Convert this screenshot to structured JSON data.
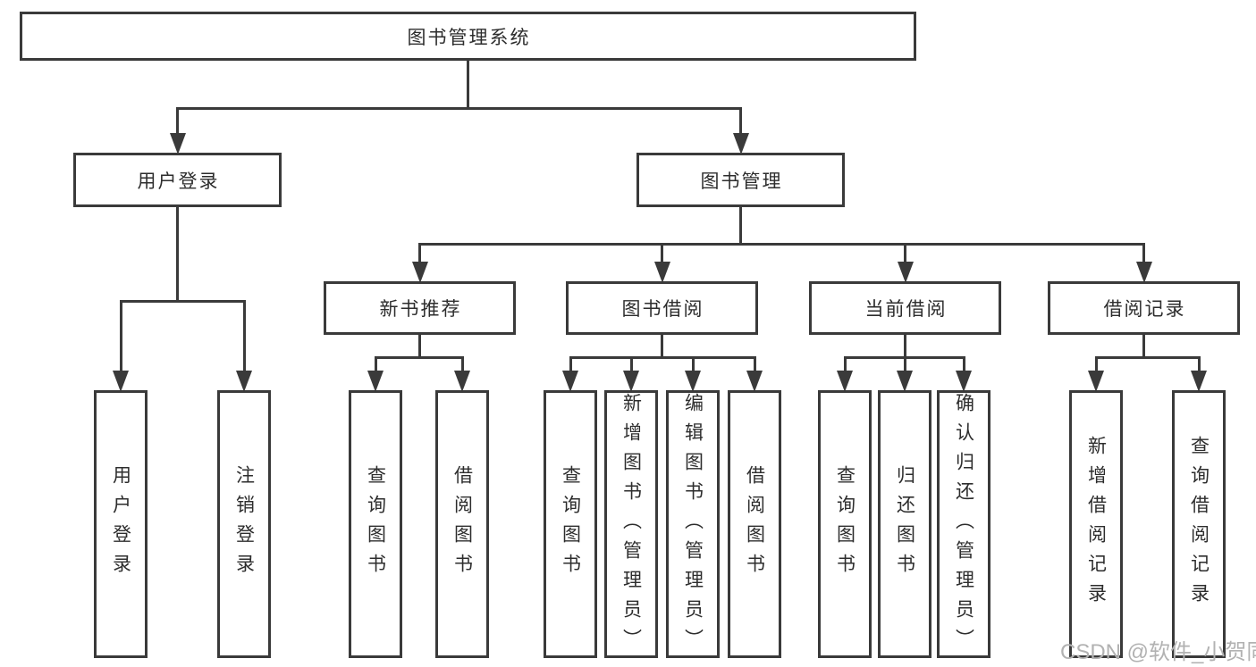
{
  "tree": {
    "id": "system",
    "label": "图书管理系统",
    "children": [
      {
        "id": "user-login",
        "label": "用户登录",
        "children": [
          {
            "id": "user-login-leaf",
            "label": "用户登录"
          },
          {
            "id": "logout-leaf",
            "label": "注销登录"
          }
        ]
      },
      {
        "id": "book-mgmt",
        "label": "图书管理",
        "children": [
          {
            "id": "new-book-rec",
            "label": "新书推荐",
            "children": [
              {
                "id": "nbr-query-book",
                "label": "查询图书"
              },
              {
                "id": "nbr-borrow-book",
                "label": "借阅图书"
              }
            ]
          },
          {
            "id": "book-borrow",
            "label": "图书借阅",
            "children": [
              {
                "id": "bb-query-book",
                "label": "查询图书"
              },
              {
                "id": "bb-add-book",
                "label": "新增图书（管理员）"
              },
              {
                "id": "bb-edit-book",
                "label": "编辑图书（管理员）"
              },
              {
                "id": "bb-borrow-book",
                "label": "借阅图书"
              }
            ]
          },
          {
            "id": "current-borrow",
            "label": "当前借阅",
            "children": [
              {
                "id": "cb-query-book",
                "label": "查询图书"
              },
              {
                "id": "cb-return-book",
                "label": "归还图书"
              },
              {
                "id": "cb-confirm-return",
                "label": "确认归还（管理员）"
              }
            ]
          },
          {
            "id": "borrow-records",
            "label": "借阅记录",
            "children": [
              {
                "id": "br-add-record",
                "label": "新增借阅记录"
              },
              {
                "id": "br-query-record",
                "label": "查询借阅记录"
              }
            ]
          }
        ]
      }
    ]
  },
  "watermark": "CSDN @软件_小贺同学",
  "colors": {
    "line": "#3a3a3a",
    "text": "#2d2d2d",
    "background": "#ffffff",
    "watermark": "#b2b2b2"
  }
}
